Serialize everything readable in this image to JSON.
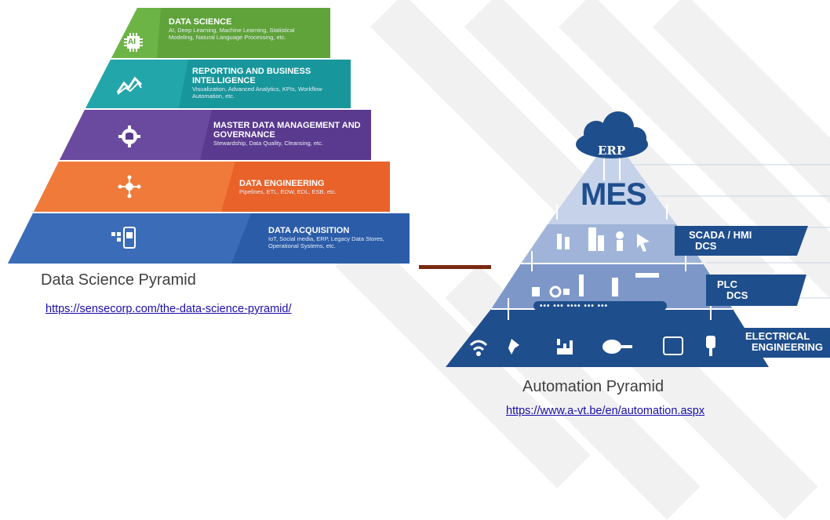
{
  "left_pyramid": {
    "layers": [
      {
        "title": "DATA SCIENCE",
        "desc": "AI, Deep Learning, Machine Learning, Statistical Modeling, Natural Language Processing, etc.",
        "icon": "ai-chip-icon",
        "color": "#5fa33a"
      },
      {
        "title": "REPORTING AND BUSINESS INTELLIGENCE",
        "desc": "Visualization, Advanced Analytics, KPIs, Workflow Automation, etc.",
        "icon": "trend-chart-icon",
        "color": "#17969b"
      },
      {
        "title": "MASTER DATA MANAGEMENT AND GOVERNANCE",
        "desc": "Stewardship, Data Quality, Cleansing, etc.",
        "icon": "gear-database-icon",
        "color": "#5a3a8e"
      },
      {
        "title": "DATA ENGINEERING",
        "desc": "Pipelines, ETL, EDW, EDL, ESB, etc.",
        "icon": "network-hub-icon",
        "color": "#e8622a"
      },
      {
        "title": "DATA ACQUISITION",
        "desc": "IoT, Social media, ERP, Legacy Data Stores, Operational Systems, etc.",
        "icon": "mobile-device-icon",
        "color": "#2b5ca8"
      }
    ],
    "ai_badge": "AI",
    "caption": "Data Science Pyramid",
    "link": "https://sensecorp.com/the-data-science-pyramid/"
  },
  "right_pyramid": {
    "cloud_label": "ERP",
    "top_label": "MES",
    "tags": [
      {
        "line1": "SCADA / HMI",
        "line2": "DCS"
      },
      {
        "line1": "PLC",
        "line2": "DCS"
      },
      {
        "line1": "ELECTRICAL",
        "line2": "ENGINEERING"
      }
    ],
    "conveyor_dots": "••• ••• •••• ••• •••",
    "caption": "Automation Pyramid",
    "link": "https://www.a-vt.be/en/automation.aspx"
  },
  "colors": {
    "divider": "#7a2a12",
    "dark_blue": "#1f4e8c",
    "mid_blue": "#4a72b0",
    "light_blue": "#9fb4d8",
    "lighter_blue": "#c5d2ea"
  }
}
